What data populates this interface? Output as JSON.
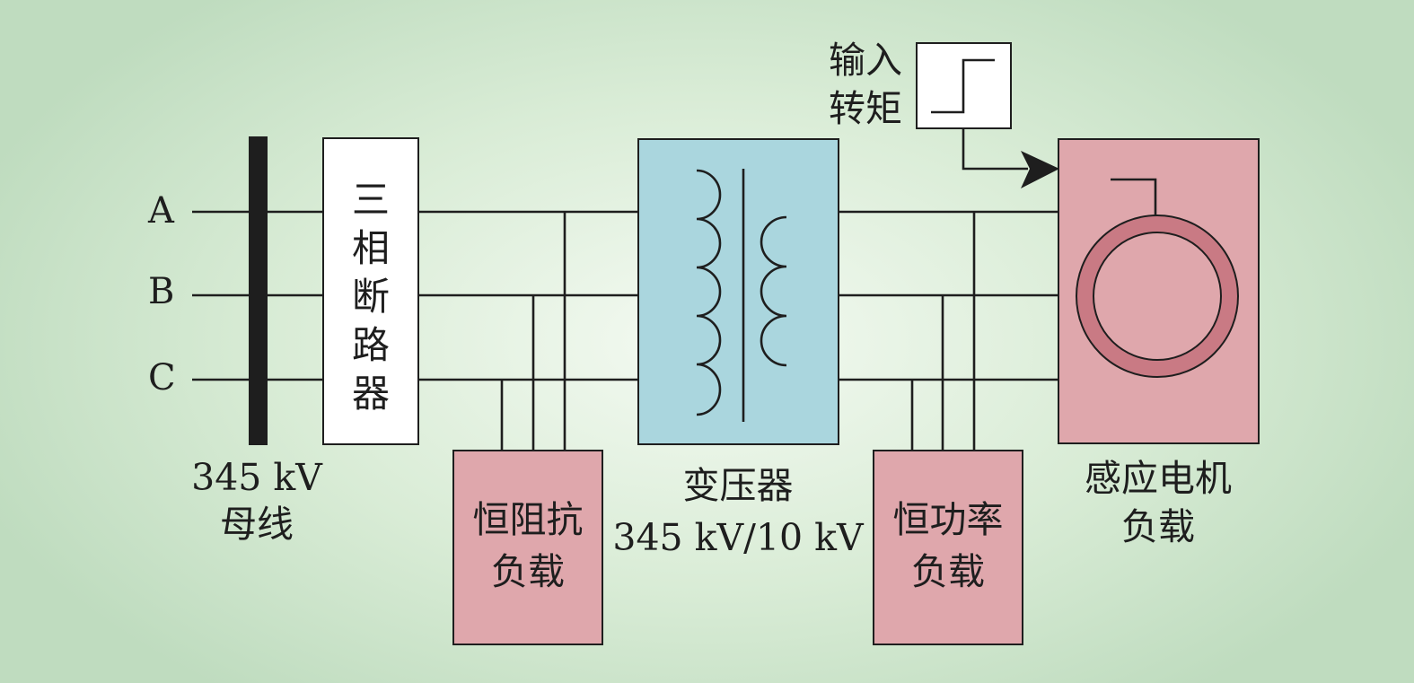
{
  "phases": {
    "a": "A",
    "b": "B",
    "c": "C"
  },
  "bus": {
    "line1": "345 kV",
    "line2": "母线"
  },
  "breaker": {
    "label": "三相断路器"
  },
  "impedance_load": {
    "line1": "恒阻抗",
    "line2": "负载"
  },
  "transformer": {
    "line1": "变压器",
    "line2": "345 kV/10 kV"
  },
  "power_load": {
    "line1": "恒功率",
    "line2": "负载"
  },
  "motor_load": {
    "line1": "感应电机",
    "line2": "负载"
  },
  "torque_input": {
    "line1": "输入",
    "line2": "转矩"
  },
  "colors": {
    "load_fill": "#dfa7ac",
    "transformer_fill": "#aad6de",
    "motor_ring": "#c97a84",
    "line": "#1e1e1e",
    "background": "#bfdcbf"
  }
}
